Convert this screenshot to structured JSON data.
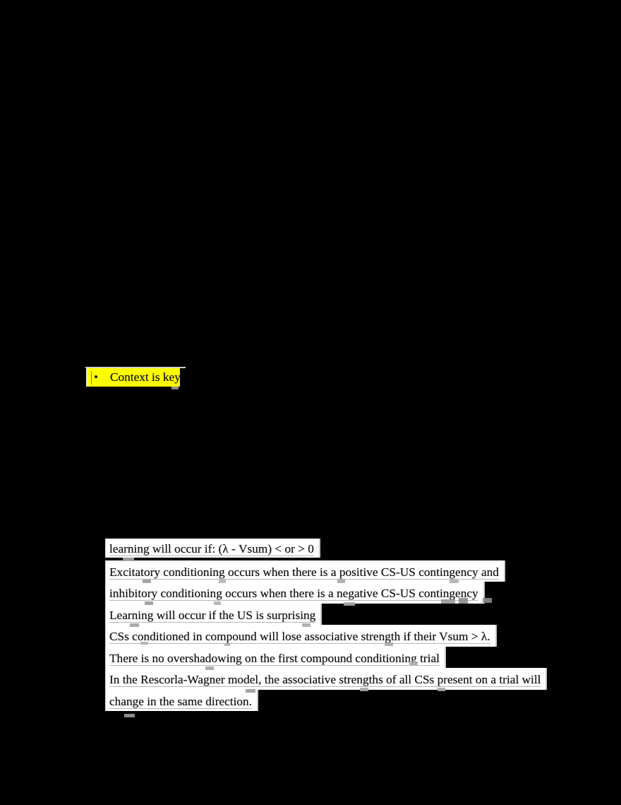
{
  "colors": {
    "page_bg": "#000000",
    "strip_bg": "#ffffff",
    "text": "#141414",
    "underline": "#b6b6b6",
    "highlight": "#fdfd01",
    "highlight_edge": "#cfcfcf"
  },
  "highlighted_note": {
    "bullet": "•",
    "text": "Context is key"
  },
  "notes": {
    "lines": [
      "learning will occur if: (λ - Vsum) < or > 0",
      "Excitatory conditioning occurs when there is a positive CS-US contingency and",
      "inhibitory conditioning occurs when there is a negative CS-US contingency",
      "Learning will occur if the US is surprising",
      "CSs conditioned in compound will lose associative strength if their Vsum > λ.",
      "There is no overshadowing on the first compound conditioning trial",
      "In the Rescorla-Wagner model, the associative strengths of all CSs present on a trial will",
      "change in the same direction."
    ]
  }
}
